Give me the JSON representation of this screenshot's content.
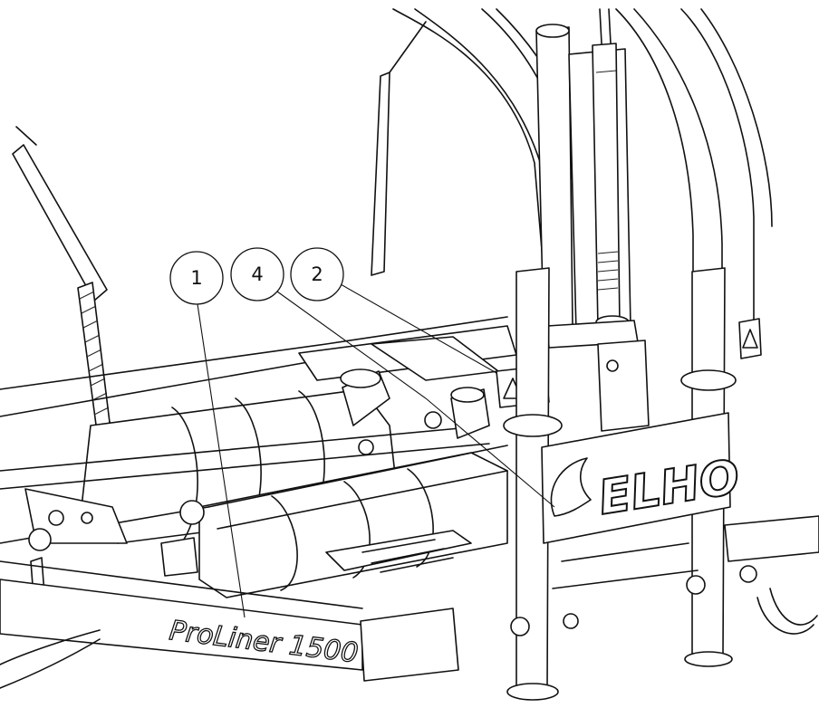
{
  "callouts": [
    {
      "id": "1",
      "label": "1"
    },
    {
      "id": "4",
      "label": "4"
    },
    {
      "id": "2",
      "label": "2"
    }
  ],
  "brand_logo": "ELHO",
  "model_name": "ProLiner 1500",
  "icons": [
    "warning-decal-icon",
    "warning-decal-icon",
    "elho-flame-logo-icon"
  ]
}
